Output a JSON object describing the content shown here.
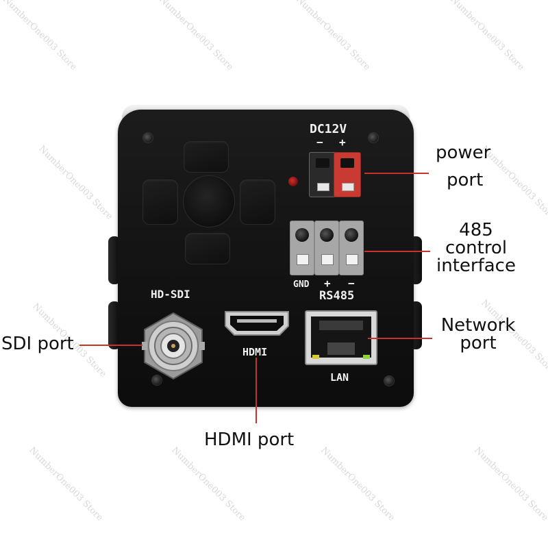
{
  "camera": {
    "dc_label": "DC12V",
    "minus": "−",
    "plus": "+",
    "hd_sdi_label": "HD-SDI",
    "hdmi_label": "HDMI",
    "lan_label": "LAN",
    "rs485_label": "RS485",
    "gnd_label": "GND",
    "rs_plus": "+",
    "rs_minus": "−"
  },
  "callouts": {
    "power_line1": "power",
    "power_line2": "port",
    "control_line1": "485",
    "control_line2": "control",
    "control_line3": "interface",
    "network_line1": "Network",
    "network_line2": "port",
    "sdi": "SDI port",
    "hdmi": "HDMI port"
  },
  "watermark": "NumberOne003 Store",
  "colors": {
    "callout_line": "#c9312b",
    "camera_body": "#141414",
    "terminal_red": "#c83a32"
  }
}
